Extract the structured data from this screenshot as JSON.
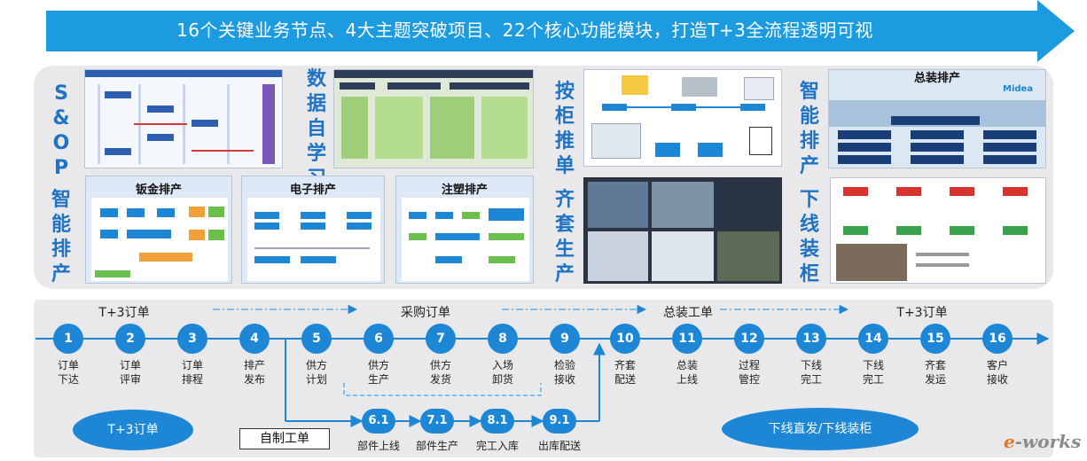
{
  "banner": {
    "text": "16个关键业务节点、4大主题突破项目、22个核心功能模块，打造T+3全流程透明可视",
    "color": "#1d9be0"
  },
  "panel_labels": {
    "sop": [
      "S",
      "&",
      "O",
      "P"
    ],
    "data_self_learning": [
      "数",
      "据",
      "自",
      "学",
      "习"
    ],
    "cabinet_scheduling": [
      "按",
      "柜",
      "推",
      "单"
    ],
    "smart_scheduling_right": [
      "智",
      "能",
      "排",
      "产"
    ],
    "smart_scheduling_left": [
      "智",
      "能",
      "排",
      "产"
    ],
    "kitting": [
      "齐",
      "套",
      "生",
      "产"
    ],
    "offline_cabinet": [
      "下",
      "线",
      "装",
      "柜"
    ]
  },
  "thumb_titles": {
    "sheet_metal": "钣金排产",
    "electronic": "电子排产",
    "injection": "注塑排产",
    "assembly": "总装排产"
  },
  "assembly_logo": "Midea",
  "stages": {
    "t3_order_left": "T+3订单",
    "purchase_order": "采购订单",
    "assembly_order": "总装工单",
    "t3_order_right": "T+3订单"
  },
  "nodes": [
    {
      "num": "1",
      "label": [
        "订单",
        "下达"
      ]
    },
    {
      "num": "2",
      "label": [
        "订单",
        "评审"
      ]
    },
    {
      "num": "3",
      "label": [
        "订单",
        "排程"
      ]
    },
    {
      "num": "4",
      "label": [
        "排产",
        "发布"
      ]
    },
    {
      "num": "5",
      "label": [
        "供方",
        "计划"
      ]
    },
    {
      "num": "6",
      "label": [
        "供方",
        "生产"
      ]
    },
    {
      "num": "7",
      "label": [
        "供方",
        "发货"
      ]
    },
    {
      "num": "8",
      "label": [
        "入场",
        "卸货"
      ]
    },
    {
      "num": "9",
      "label": [
        "检验",
        "接收"
      ]
    },
    {
      "num": "10",
      "label": [
        "齐套",
        "配送"
      ]
    },
    {
      "num": "11",
      "label": [
        "总装",
        "上线"
      ]
    },
    {
      "num": "12",
      "label": [
        "过程",
        "管控"
      ]
    },
    {
      "num": "13",
      "label": [
        "下线",
        "完工"
      ]
    },
    {
      "num": "14",
      "label": [
        "下线",
        "完工"
      ]
    },
    {
      "num": "15",
      "label": [
        "齐套",
        "发运"
      ]
    },
    {
      "num": "16",
      "label": [
        "客户",
        "接收"
      ]
    }
  ],
  "sub_nodes": [
    {
      "num": "6.1",
      "label": "部件上线"
    },
    {
      "num": "7.1",
      "label": "部件生产"
    },
    {
      "num": "8.1",
      "label": "完工入库"
    },
    {
      "num": "9.1",
      "label": "出库配送"
    }
  ],
  "ellipse_left": "T+3订单",
  "ellipse_right": "下线直发/下线装柜",
  "self_made_order": "自制工单",
  "watermark": {
    "prefix": "e",
    "suffix": "-works"
  },
  "colors": {
    "accent": "#1d87d6",
    "label_blue": "#1f73c4",
    "panel_bg": "#e9e9ec"
  }
}
